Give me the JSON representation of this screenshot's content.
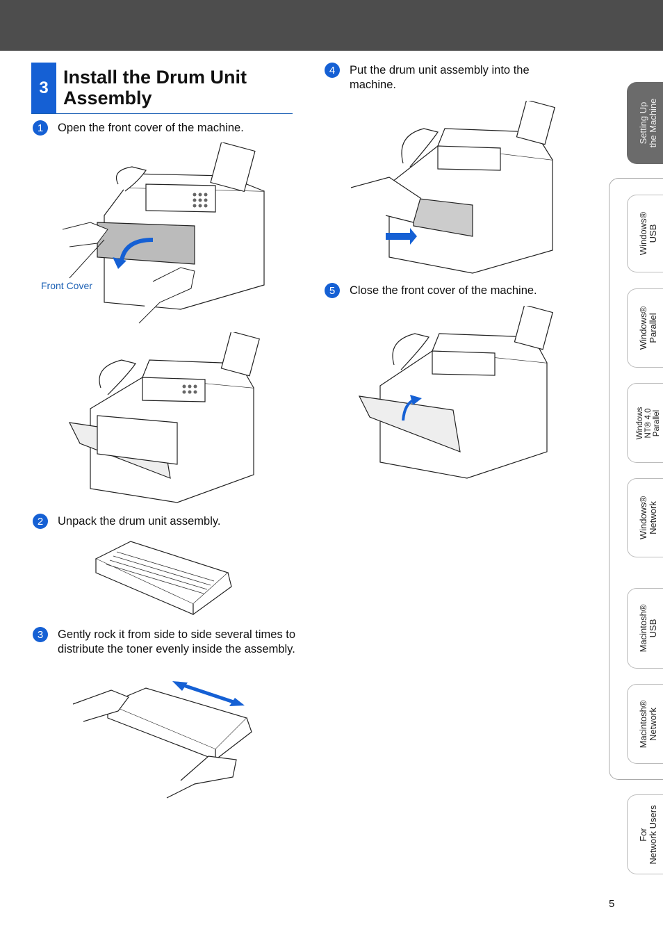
{
  "section": {
    "number": "3",
    "title": "Install the Drum Unit Assembly"
  },
  "steps": [
    {
      "num": "1",
      "text": "Open the front cover of the machine."
    },
    {
      "num": "2",
      "text": "Unpack the drum unit assembly."
    },
    {
      "num": "3",
      "text": "Gently rock it from side to side several times to distribute the toner evenly inside the assembly."
    },
    {
      "num": "4",
      "text": "Put the drum unit assembly into the machine."
    },
    {
      "num": "5",
      "text": "Close the front cover of the machine."
    }
  ],
  "labels": {
    "front_cover": "Front Cover"
  },
  "side_tabs": [
    {
      "line1": "Setting Up",
      "line2": "the Machine",
      "line3": ""
    },
    {
      "line1": "Windows®",
      "line2": "USB",
      "line3": ""
    },
    {
      "line1": "Windows®",
      "line2": "Parallel",
      "line3": ""
    },
    {
      "line1": "Windows",
      "line2": "NT® 4.0",
      "line3": "Parallel"
    },
    {
      "line1": "Windows®",
      "line2": "Network",
      "line3": ""
    },
    {
      "line1": "Macintosh®",
      "line2": "USB",
      "line3": ""
    },
    {
      "line1": "Macintosh®",
      "line2": "Network",
      "line3": ""
    },
    {
      "line1": "For",
      "line2": "Network Users",
      "line3": ""
    }
  ],
  "page_number": "5",
  "colors": {
    "accent": "#1560d4",
    "header_bar": "#4d4d4d",
    "active_tab": "#6b6b6b"
  }
}
